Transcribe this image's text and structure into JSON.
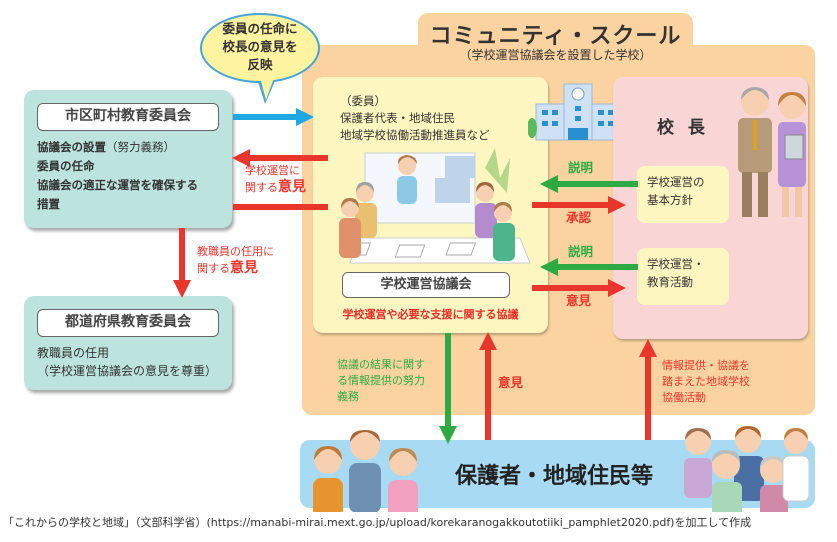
{
  "community_school": {
    "title": "コミュニティ・スクール",
    "subtitle": "（学校運営協議会を設置した学校）"
  },
  "bubble": {
    "lines": [
      "委員の任命に",
      "校長の意見を",
      "反映"
    ]
  },
  "city_board": {
    "title": "市区町村教育委員会",
    "line1_bold": "協議会の設置",
    "line1_normal": "（努力義務）",
    "line2": "委員の任命",
    "line3": "協議会の適正な運営を確保する",
    "line4": "措置"
  },
  "pref_board": {
    "title": "都道府県教育委員会",
    "line1": "教職員の任用",
    "line2": "（学校運営協議会の意見を尊重）"
  },
  "council": {
    "members_label": "（委員）",
    "members_line1": "保護者代表・地域住民",
    "members_line2": "地域学校協働活動推進員など",
    "name": "学校運営協議会",
    "description": "学校運営や必要な支援に関する協議"
  },
  "principal": {
    "label": "校 長",
    "box1_line1": "学校運営の",
    "box1_line2": "基本方針",
    "box2_line1": "学校運営・",
    "box2_line2": "教育活動"
  },
  "community": {
    "label": "保護者・地域住民等"
  },
  "arrow_labels": {
    "city_opinion_small": "学校運営に",
    "city_opinion_prefix": "関する",
    "city_opinion_big": "意見",
    "staff_small": "教職員の任用に",
    "staff_prefix": "関する",
    "staff_big": "意見",
    "explain1": "説明",
    "approve": "承認",
    "explain2": "説明",
    "opinion_principal": "意見",
    "info_duty_1": "協議の結果に関す",
    "info_duty_2": "る情報提供の努力",
    "info_duty_3": "義務",
    "opinion_community": "意見",
    "collab_1": "情報提供・協議を",
    "collab_2": "踏まえた地域学校",
    "collab_3": "協働活動"
  },
  "footer": {
    "text": "「これからの学校と地域」（文部科学省）(https://manabi-mirai.mext.go.jp/upload/korekaranogakkoutotiiki_pamphlet2020.pdf)を加工して作成"
  },
  "colors": {
    "red_arrow": "#e8362c",
    "green_arrow": "#2eaa43",
    "blue_arrow": "#1ea7e0",
    "school_orange": "#fbd3a0",
    "council_yellow": "#fef6c0",
    "principal_pink": "#f9d5d6",
    "board_teal": "#bde3df",
    "community_blue": "#a8daf3"
  }
}
